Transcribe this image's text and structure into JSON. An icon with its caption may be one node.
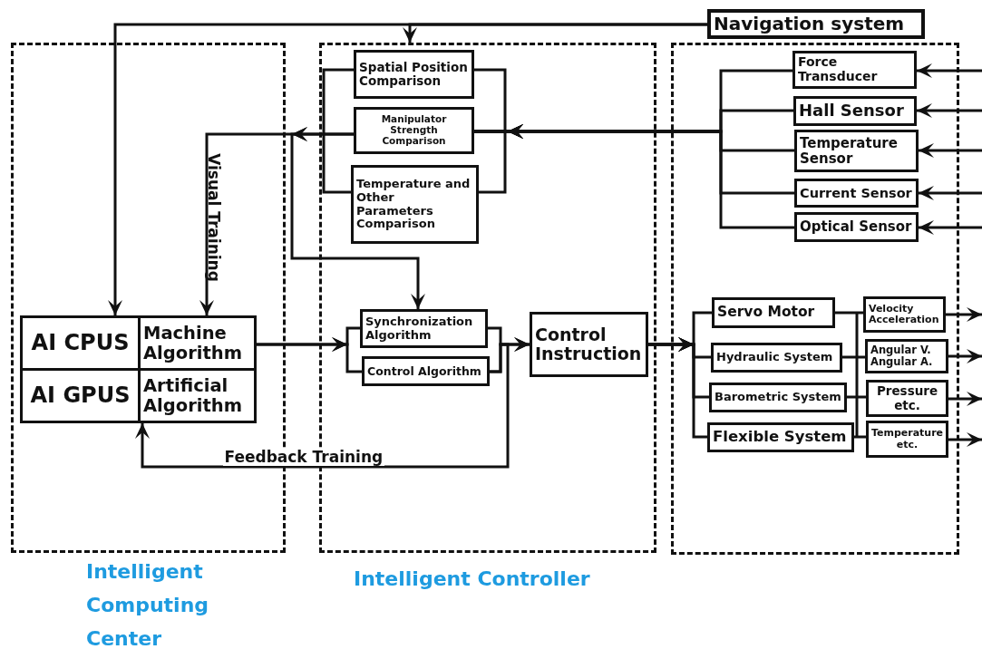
{
  "diagram": {
    "nodes": [
      {
        "text": [
          "Intelligent Computing Center"
        ]
      },
      {
        "text": [
          "Intelligent Controller"
        ]
      },
      {
        "text": [],
        "shape": "box"
      },
      {
        "text": [
          "Navigation system"
        ]
      },
      {
        "text": [
          "AI CPUS"
        ],
        "in": 0
      },
      {
        "text": [
          "Machine Algorithm"
        ],
        "in": 0
      },
      {
        "text": [
          "AI GPUS"
        ],
        "in": 0
      },
      {
        "text": [
          "Artificial Algorithm"
        ],
        "in": 0
      },
      {
        "text": [
          "Spatial Position Comparison"
        ],
        "in": 1
      },
      {
        "text": [
          "Manipulator Strength Comparison"
        ],
        "in": 1
      },
      {
        "text": [
          "Temperature and Other Parameters Comparison"
        ],
        "in": 1
      },
      {
        "text": [
          "Synchronization Algorithm"
        ],
        "in": 1
      },
      {
        "text": [
          "Control Algorithm"
        ],
        "in": 1
      },
      {
        "text": [
          "Control Instruction"
        ],
        "in": 1
      },
      {
        "text": [
          "Force Transducer"
        ],
        "in": 2
      },
      {
        "text": [
          "Hall Sensor"
        ],
        "in": 2
      },
      {
        "text": [
          "Temperature Sensor"
        ],
        "in": 2
      },
      {
        "text": [
          "Current Sensor"
        ],
        "in": 2
      },
      {
        "text": [
          "Optical Sensor"
        ],
        "in": 2
      },
      {
        "text": [
          "Servo Motor"
        ],
        "in": 2
      },
      {
        "text": [
          "Hydraulic System"
        ],
        "in": 2
      },
      {
        "text": [
          "Barometric System"
        ],
        "in": 2
      },
      {
        "text": [
          "Flexible System"
        ],
        "in": 2
      },
      {
        "text": [
          "Velocity Acceleration"
        ],
        "in": 2
      },
      {
        "text": [
          "Angular V. Angular A."
        ],
        "in": 2
      },
      {
        "text": [
          "Pressure etc."
        ],
        "in": 2
      },
      {
        "text": [
          "Temperature etc."
        ],
        "in": 2
      }
    ],
    "edges": [
      {
        "from": 3,
        "to": 4,
        "arrow": "to"
      },
      {
        "from": 3,
        "to": 1,
        "arrow": "to"
      },
      {
        "from": 14,
        "to": 9,
        "arrow": "to"
      },
      {
        "from": 15,
        "to": 9,
        "arrow": "to"
      },
      {
        "from": 16,
        "to": 9,
        "arrow": "to"
      },
      {
        "from": 17,
        "to": 9,
        "arrow": "to"
      },
      {
        "from": 18,
        "to": 9,
        "arrow": "to"
      },
      {
        "from": null,
        "to": 14,
        "arrow": "to"
      },
      {
        "from": null,
        "to": 15,
        "arrow": "to"
      },
      {
        "from": null,
        "to": 16,
        "arrow": "to"
      },
      {
        "from": null,
        "to": 17,
        "arrow": "to"
      },
      {
        "from": null,
        "to": 18,
        "arrow": "to"
      },
      {
        "from": 9,
        "to": 5,
        "arrow": "to",
        "label": "Visual Training"
      },
      {
        "from": 9,
        "to": 11,
        "arrow": "to"
      },
      {
        "from": 5,
        "to": 11,
        "arrow": "to"
      },
      {
        "from": 5,
        "to": 12,
        "arrow": "to"
      },
      {
        "from": 11,
        "to": 13,
        "arrow": "to"
      },
      {
        "from": 12,
        "to": 13,
        "arrow": "to"
      },
      {
        "from": 12,
        "to": 7,
        "arrow": "to",
        "label": "Feedback Training"
      },
      {
        "from": 13,
        "to": 19,
        "arrow": "to"
      },
      {
        "from": 13,
        "to": 20,
        "arrow": "to"
      },
      {
        "from": 13,
        "to": 21,
        "arrow": "to"
      },
      {
        "from": 13,
        "to": 22,
        "arrow": "to"
      },
      {
        "from": 19,
        "to": 23,
        "arrow": "none"
      },
      {
        "from": 20,
        "to": 24,
        "arrow": "none"
      },
      {
        "from": 21,
        "to": 25,
        "arrow": "none"
      },
      {
        "from": 22,
        "to": 26,
        "arrow": "none"
      },
      {
        "from": 23,
        "to": null,
        "arrow": "to"
      },
      {
        "from": 24,
        "to": null,
        "arrow": "to"
      },
      {
        "from": 25,
        "to": null,
        "arrow": "to"
      },
      {
        "from": 26,
        "to": null,
        "arrow": "to"
      }
    ]
  }
}
